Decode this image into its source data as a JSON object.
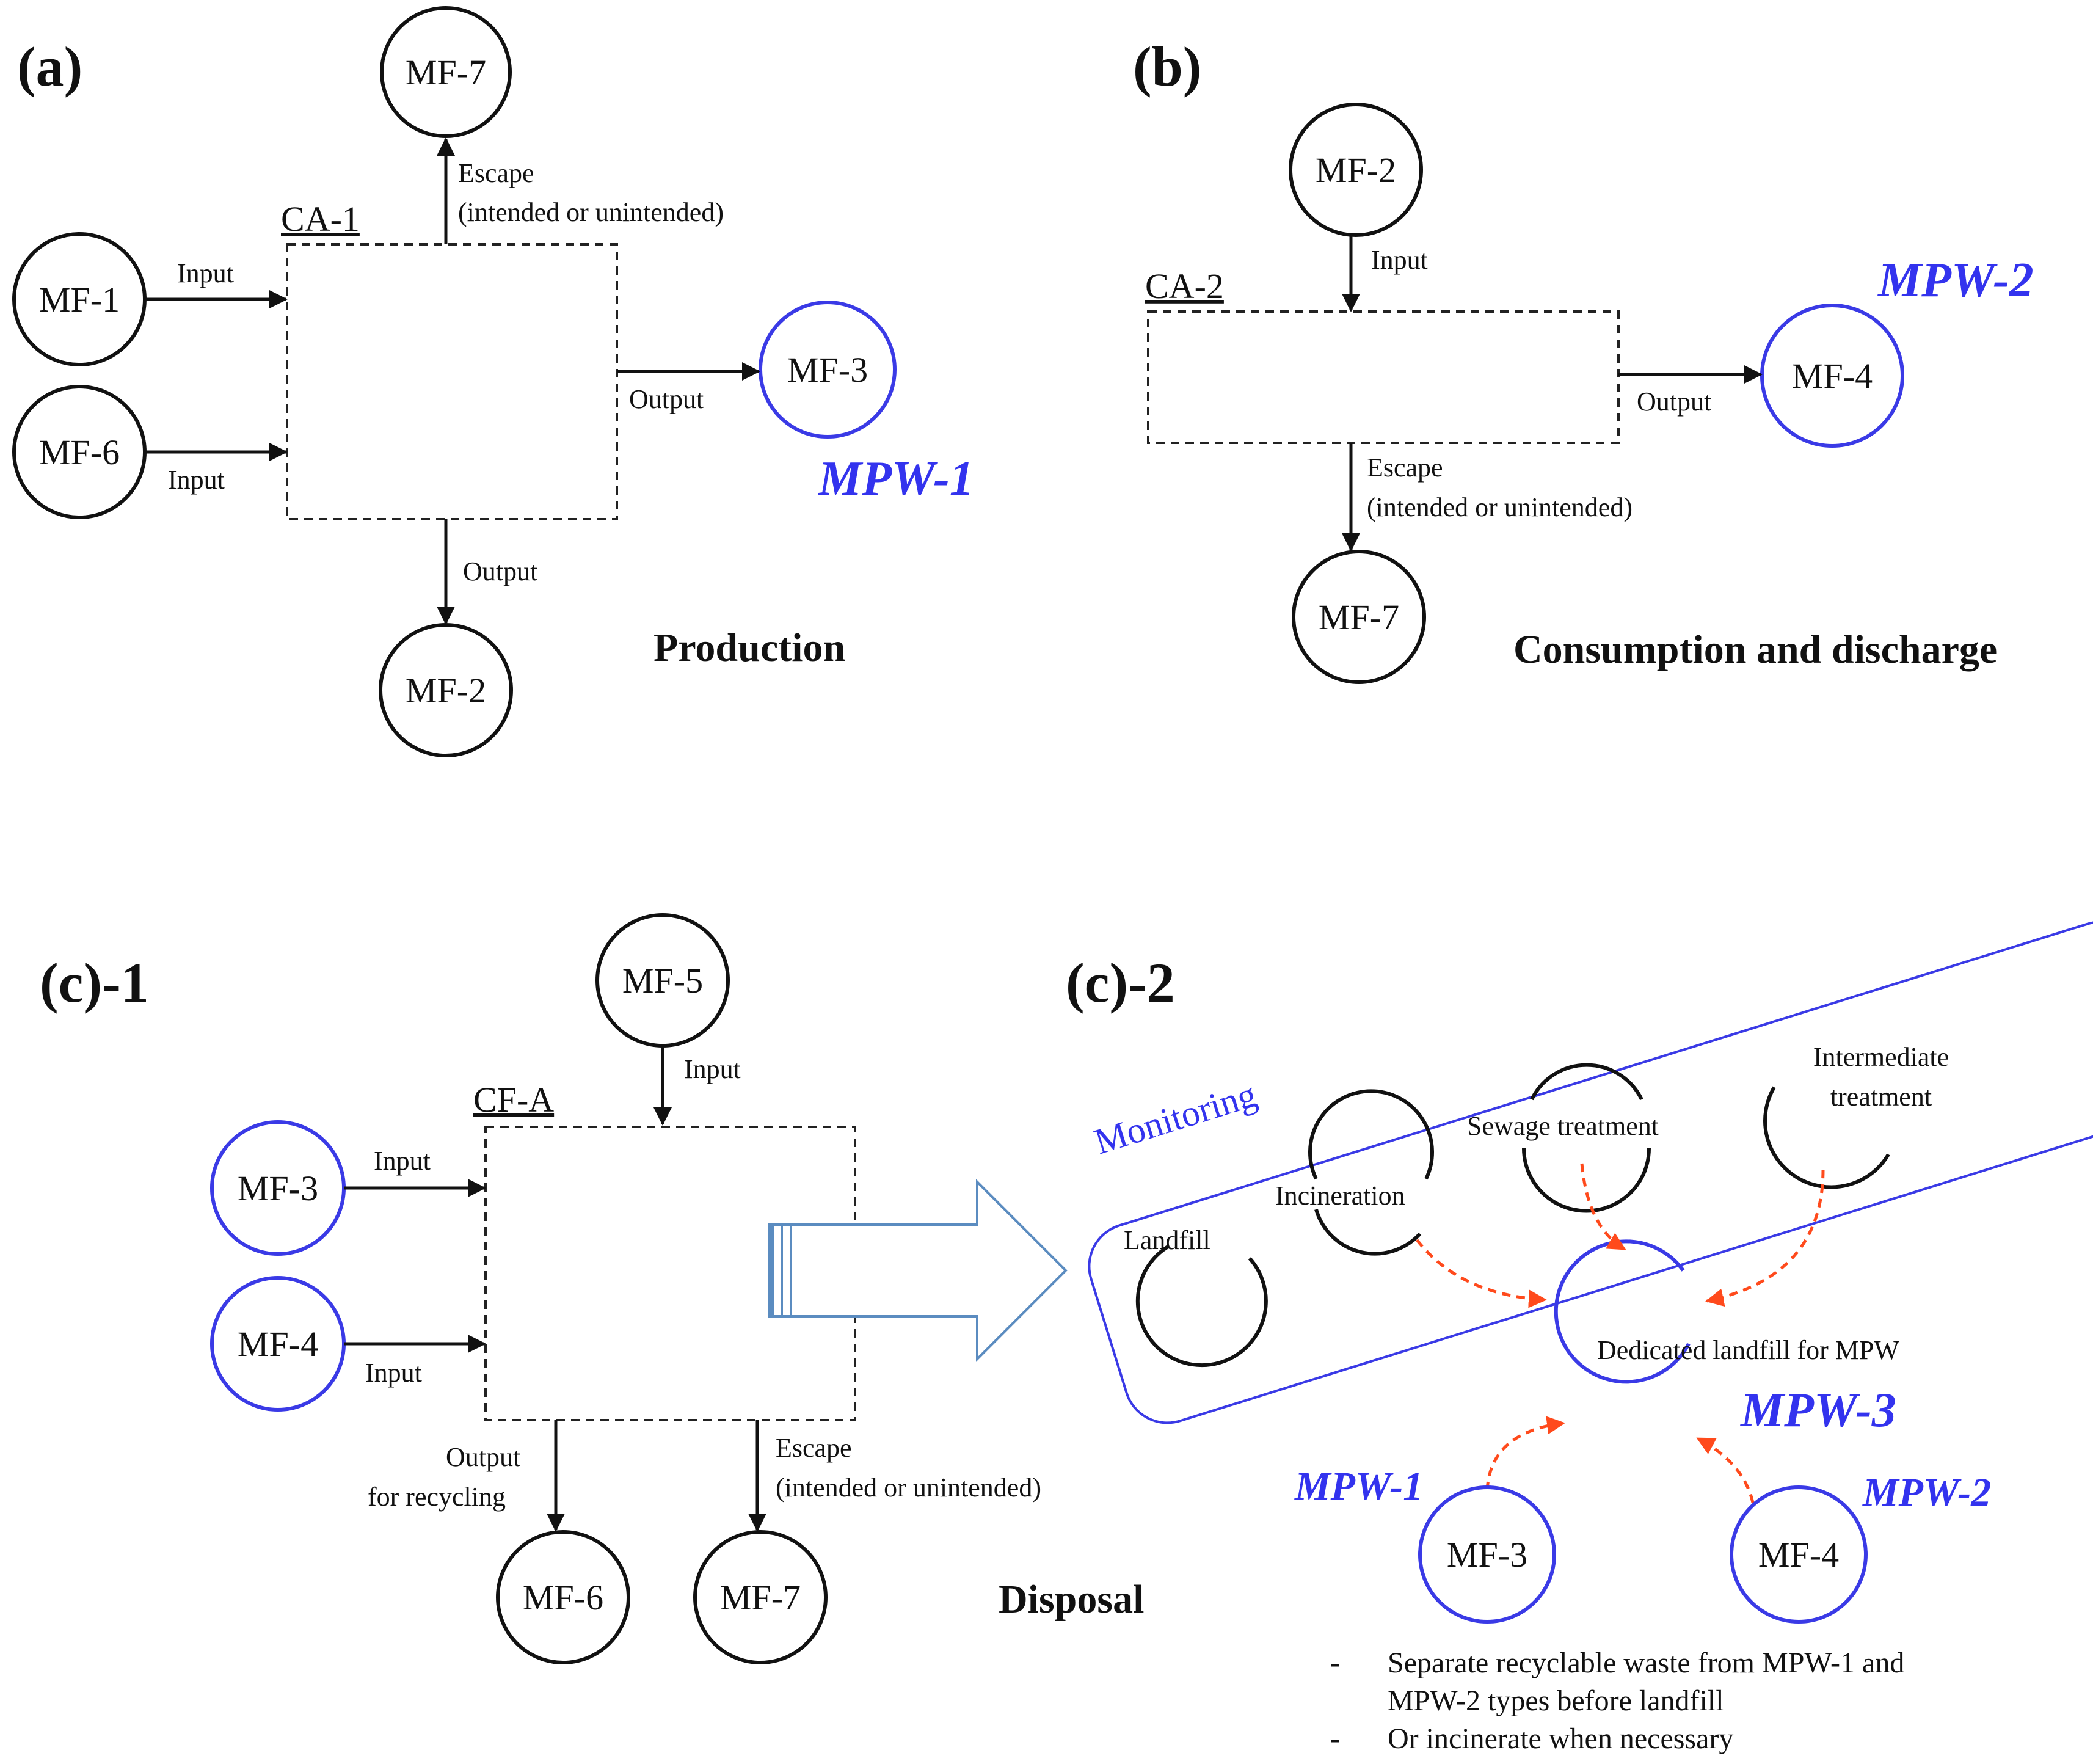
{
  "panels": {
    "a": "(a)",
    "b": "(b)",
    "c1": "(c)-1",
    "c2": "(c)-2"
  },
  "titles": {
    "production": "Production",
    "consumption": "Consumption and discharge",
    "disposal": "Disposal"
  },
  "containers": {
    "ca1": "CA-1",
    "ca2": "CA-2",
    "cfa": "CF-A"
  },
  "nodes": {
    "mf1": "MF-1",
    "mf2": "MF-2",
    "mf3": "MF-3",
    "mf4": "MF-4",
    "mf5": "MF-5",
    "mf6": "MF-6",
    "mf7": "MF-7"
  },
  "flows": {
    "input": "Input",
    "output": "Output",
    "escape": "Escape",
    "escape_note": "(intended or unintended)",
    "output_recycling_1": "Output",
    "output_recycling_2": "for recycling"
  },
  "mpw": {
    "mpw1": "MPW-1",
    "mpw2": "MPW-2",
    "mpw3": "MPW-3"
  },
  "monitoring": {
    "label": "Monitoring",
    "landfill": "Landfill",
    "incineration": "Incineration",
    "sewage": "Sewage treatment",
    "intermediate_1": "Intermediate",
    "intermediate_2": "treatment",
    "dedicated": "Dedicated landfill for MPW"
  },
  "notes": {
    "bullet": "-",
    "line1": "Separate recyclable waste from MPW-1 and",
    "line2": "MPW-2 types before landfill",
    "line3": "Or incinerate when necessary"
  },
  "colors": {
    "blue": "#3a3ae6",
    "red_dashed": "#ff4a1c",
    "arrow_outline": "#5b8cc0"
  }
}
